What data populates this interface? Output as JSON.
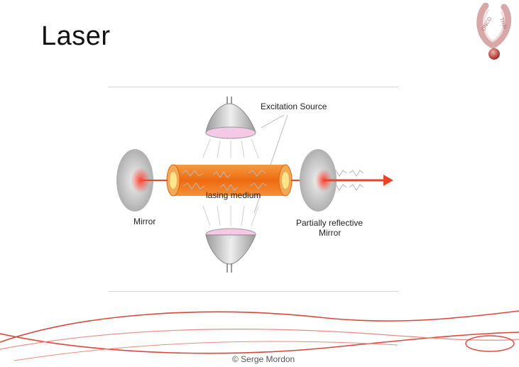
{
  "slide": {
    "title": "Laser",
    "credit": "© Serge Mordon"
  },
  "logo": {
    "text": "ONCO-THAI",
    "color": "#c98a8a"
  },
  "diagram": {
    "labels": {
      "excitation_source": "Excitation Source",
      "lasing_medium": "lasing medium",
      "mirror": "Mirror",
      "partial_mirror_line1": "Partially reflective",
      "partial_mirror_line2": "Mirror"
    },
    "colors": {
      "medium": "#f07a1e",
      "beam": "#e8452a",
      "mirror": "#cfcfcf",
      "lamp_glow": "#f5c8e6"
    }
  },
  "decoration": {
    "swoosh_color": "#d9473a"
  }
}
